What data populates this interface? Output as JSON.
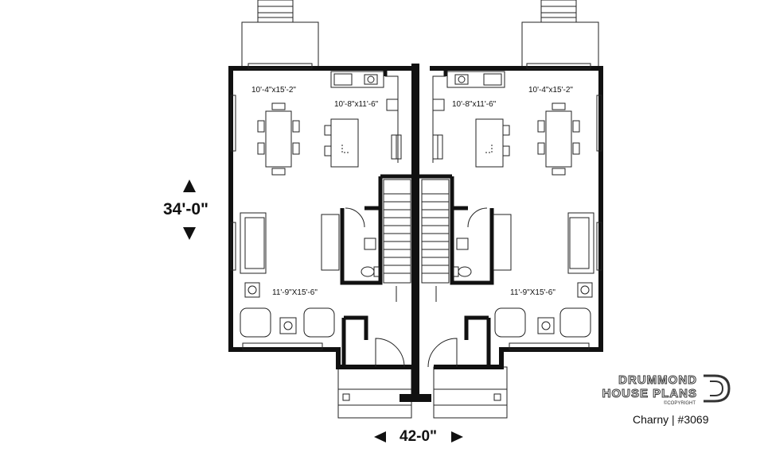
{
  "dimensions": {
    "height": "34'-0\"",
    "width": "42-0\""
  },
  "rooms": {
    "left_dining": "10'-4\"x15'-2\"",
    "left_kitchen": "10'-8\"x11'-6\"",
    "left_living": "11'-9\"X15'-6\"",
    "right_kitchen": "10'-8\"x11'-6\"",
    "right_dining": "10'-4\"x15'-2\"",
    "right_living": "11'-9\"X15'-6\""
  },
  "brand": {
    "line1": "DRUMMOND",
    "line2": "HOUSE PLANS",
    "copyright": "©COPYRIGHT"
  },
  "caption": "Charny | #3069",
  "colors": {
    "wall": "#111111",
    "line": "#333333"
  }
}
